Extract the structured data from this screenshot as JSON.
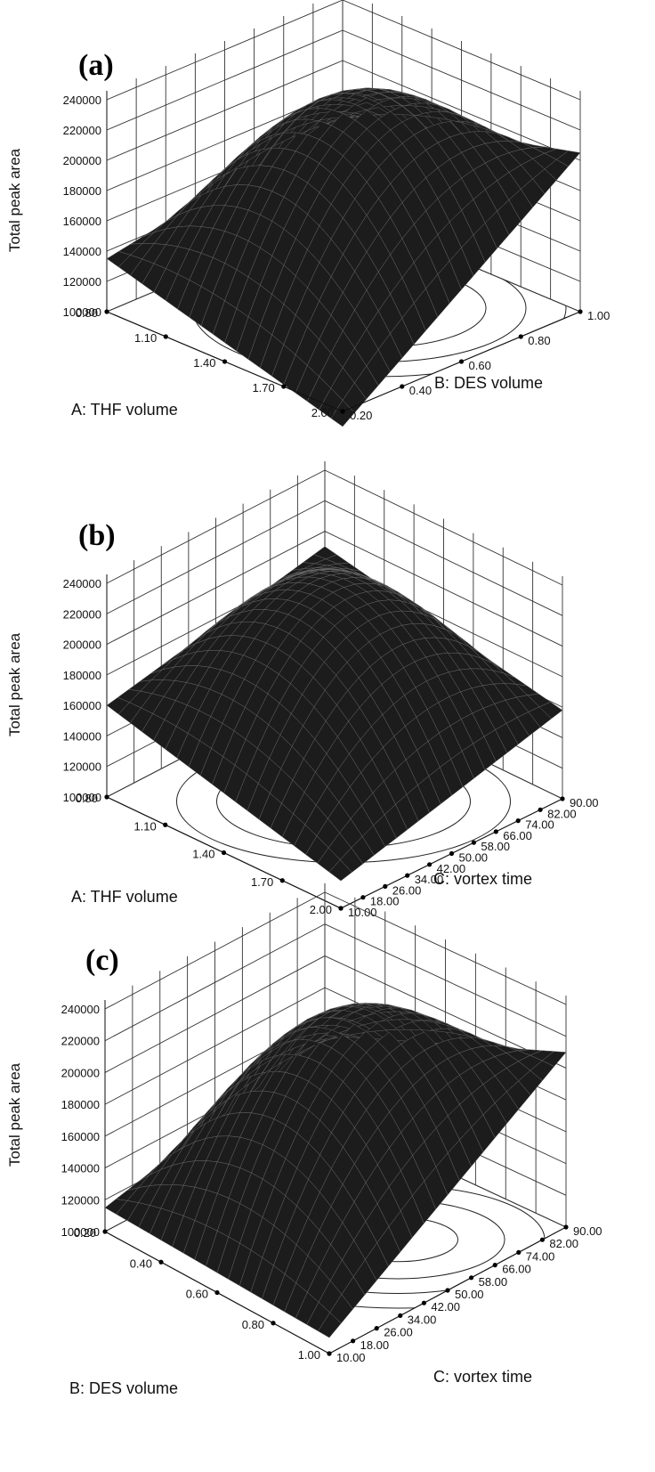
{
  "chart_data": [
    {
      "type": "surface",
      "panel_label": "(a)",
      "zlabel": "Total peak area",
      "zticks": [
        "240000",
        "220000",
        "200000",
        "180000",
        "160000",
        "140000",
        "120000",
        "100000"
      ],
      "zlim": [
        100000,
        240000
      ],
      "xlabel": "A: THF volume",
      "xticks": [
        "0.80",
        "1.10",
        "1.40",
        "1.70",
        "2.00"
      ],
      "ylabel": "B: DES volume",
      "yticks": [
        "0.20",
        "0.40",
        "0.60",
        "0.80",
        "1.00"
      ],
      "surface_corners": {
        "near": 90000,
        "left": 135000,
        "right": 205000,
        "back": 165000
      },
      "surface_peak": 240000,
      "grid": true
    },
    {
      "type": "surface",
      "panel_label": "(b)",
      "zlabel": "Total peak area",
      "zticks": [
        "240000",
        "220000",
        "200000",
        "180000",
        "160000",
        "140000",
        "120000",
        "100000"
      ],
      "zlim": [
        100000,
        240000
      ],
      "xlabel": "A: THF volume",
      "xticks": [
        "0.80",
        "1.10",
        "1.40",
        "1.70",
        "2.00"
      ],
      "ylabel": "C: vortex time",
      "yticks": [
        "10.00",
        "18.00",
        "26.00",
        "34.00",
        "42.00",
        "50.00",
        "58.00",
        "66.00",
        "74.00",
        "82.00",
        "90.00"
      ],
      "surface_corners": {
        "near": 118000,
        "left": 160000,
        "right": 158000,
        "back": 190000
      },
      "surface_peak": 232000,
      "grid": true
    },
    {
      "type": "surface",
      "panel_label": "(c)",
      "zlabel": "Total peak area",
      "zticks": [
        "240000",
        "220000",
        "200000",
        "180000",
        "160000",
        "140000",
        "120000",
        "100000"
      ],
      "zlim": [
        100000,
        240000
      ],
      "xlabel": "B: DES volume",
      "xticks": [
        "0.20",
        "0.40",
        "0.60",
        "0.80",
        "1.00"
      ],
      "ylabel": "C: vortex time",
      "yticks": [
        "10.00",
        "18.00",
        "26.00",
        "34.00",
        "42.00",
        "50.00",
        "58.00",
        "66.00",
        "74.00",
        "82.00",
        "90.00"
      ],
      "surface_corners": {
        "near": 110000,
        "left": 115000,
        "right": 210000,
        "back": 150000
      },
      "surface_peak": 236000,
      "grid": true
    }
  ]
}
